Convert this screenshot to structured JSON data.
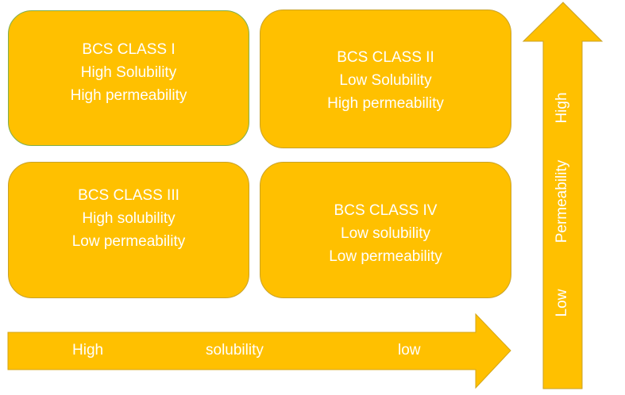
{
  "colors": {
    "fill": "#FFC000",
    "text": "#FFFFFF",
    "border_first": "#7FAE4E",
    "border": "#C9A227"
  },
  "classes": [
    {
      "title": "BCS CLASS I",
      "solubility": "High Solubility",
      "permeability": "High permeability"
    },
    {
      "title": "BCS CLASS II",
      "solubility": "Low Solubility",
      "permeability": "High permeability"
    },
    {
      "title": "BCS CLASS III",
      "solubility": "High solubility",
      "permeability": "Low permeability"
    },
    {
      "title": "BCS CLASS IV",
      "solubility": "Low solubility",
      "permeability": "Low permeability"
    }
  ],
  "solubility_axis": {
    "start": "High",
    "label": "solubility",
    "end": "low",
    "direction": "right"
  },
  "permeability_axis": {
    "start": "Low",
    "label": "Permeability",
    "end": "High",
    "direction": "up"
  }
}
